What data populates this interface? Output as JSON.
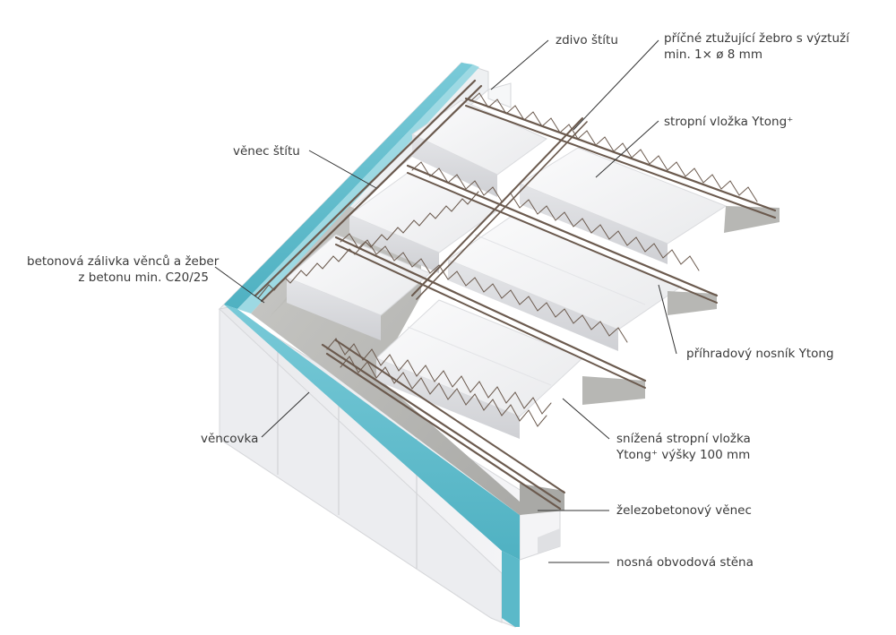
{
  "labels": {
    "zdivo_stitu": "zdivo štítu",
    "pricne_zebro_line1": "příčné ztužující žebro s výztuží",
    "pricne_zebro_line2": "min. 1× ø 8 mm",
    "stropni_vlozka": "stropní vložka Ytong⁺",
    "venec_stitu": "věnec štítu",
    "betonova_zalivka_line1": "betonová zálivka věnců a žeber",
    "betonova_zalivka_line2": "z betonu min. C20/25",
    "prihradovy_nosnik": "příhradový nosník Ytong",
    "vencovka": "věncovka",
    "snizena_vlozka_line1": "snížená stropní vložka",
    "snizena_vlozka_line2": "Ytong⁺ výšky 100 mm",
    "zelezobetonovy_venec": "železobetonový věnec",
    "nosna_stena": "nosná obvodová stěna"
  },
  "colors": {
    "block_white": "#f2f3f5",
    "block_shade": "#dcdde1",
    "insulation": "#6fc4d3",
    "concrete": "#b9b9b6",
    "rebar": "#6b5a4e",
    "leader_line": "#333333"
  }
}
